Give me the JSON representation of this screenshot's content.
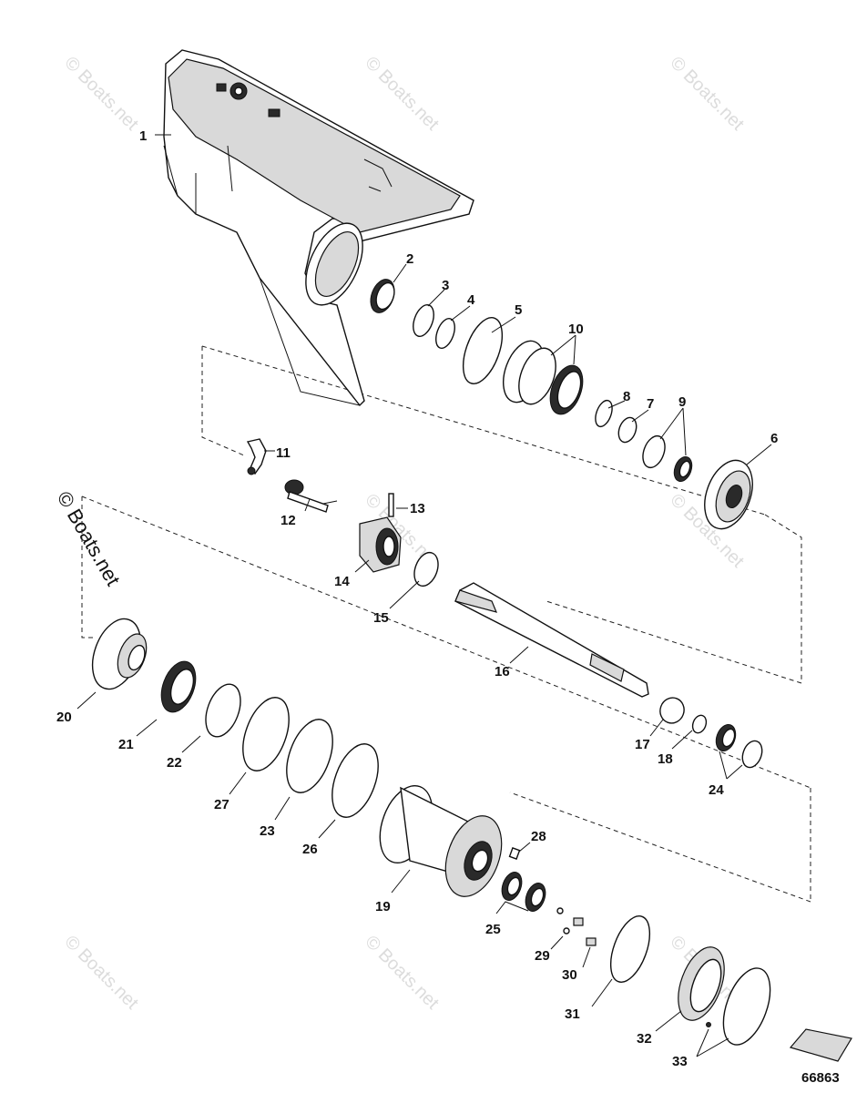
{
  "watermark": {
    "text": "© Boats.net"
  },
  "reference_number": "66863",
  "callouts": [
    "1",
    "2",
    "3",
    "4",
    "5",
    "10",
    "8",
    "7",
    "9",
    "6",
    "11",
    "12",
    "13",
    "14",
    "15",
    "16",
    "20",
    "21",
    "22",
    "27",
    "23",
    "26",
    "17",
    "18",
    "24",
    "28",
    "19",
    "25",
    "29",
    "30",
    "31",
    "32",
    "33"
  ]
}
